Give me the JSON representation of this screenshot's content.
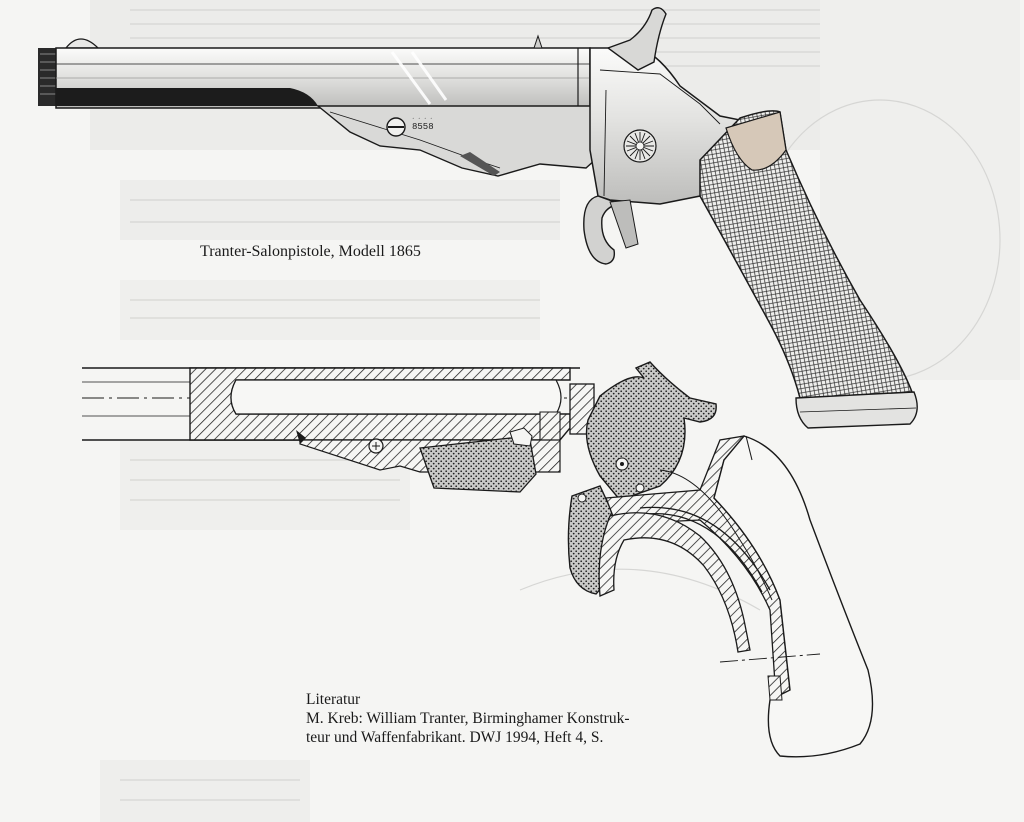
{
  "captions": {
    "top_figure": "Tranter-Salonpistole, Modell 1865"
  },
  "literatur": {
    "heading": "Literatur",
    "lines": [
      "M. Kreb: William Tranter, Birminghamer Konstruk-",
      "teur und Waffenfabrikant. DWJ 1994, Heft 4, S."
    ]
  },
  "engravings": {
    "serial_number": "8558"
  },
  "colors": {
    "ink": "#1a1a1a",
    "paper": "#f5f5f3",
    "bleed_through": "#d8d8d6"
  }
}
